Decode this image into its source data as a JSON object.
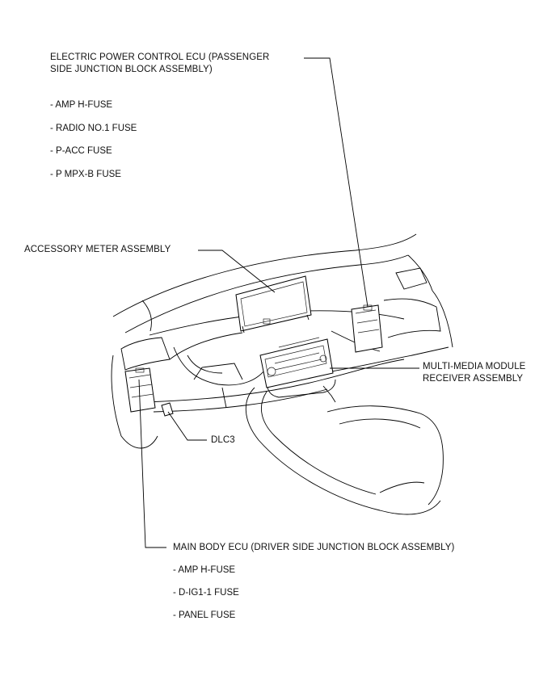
{
  "callouts": {
    "passenger_ecu": {
      "title_line1": "ELECTRIC POWER CONTROL ECU (PASSENGER",
      "title_line2": "SIDE JUNCTION BLOCK ASSEMBLY)",
      "fuses": [
        "- AMP H-FUSE",
        "- RADIO NO.1 FUSE",
        "- P-ACC FUSE",
        "- P MPX-B FUSE"
      ]
    },
    "accessory_meter": {
      "label": "ACCESSORY METER ASSEMBLY"
    },
    "multimedia": {
      "line1": "MULTI-MEDIA MODULE",
      "line2": "RECEIVER ASSEMBLY"
    },
    "dlc3": {
      "label": "DLC3"
    },
    "main_body_ecu": {
      "title": "MAIN BODY ECU (DRIVER SIDE JUNCTION BLOCK ASSEMBLY)",
      "fuses": [
        "- AMP H-FUSE",
        "- D-IG1-1 FUSE",
        "- PANEL FUSE"
      ]
    }
  }
}
